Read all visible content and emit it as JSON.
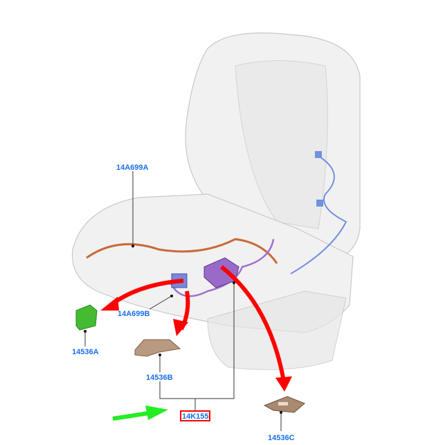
{
  "diagram": {
    "title": "Seat wiring and connector brackets",
    "labels": {
      "harness_upper": "14A699A",
      "harness_lower": "14A699B",
      "connector_a": "14536A",
      "bracket_b": "14536B",
      "bracket_c": "14536C",
      "module": "14K155"
    },
    "highlighted_label": "14K155",
    "colors": {
      "label": "#1a6fe8",
      "arrow_red": "#ff0000",
      "arrow_green": "#22ee22",
      "highlight_box": "#ff0000",
      "connector_green": "#44bb33",
      "bracket_tan": "#b89a80",
      "harness_orange": "#c86a3a",
      "harness_purple": "#a070d0",
      "harness_blue": "#7090e0"
    }
  }
}
